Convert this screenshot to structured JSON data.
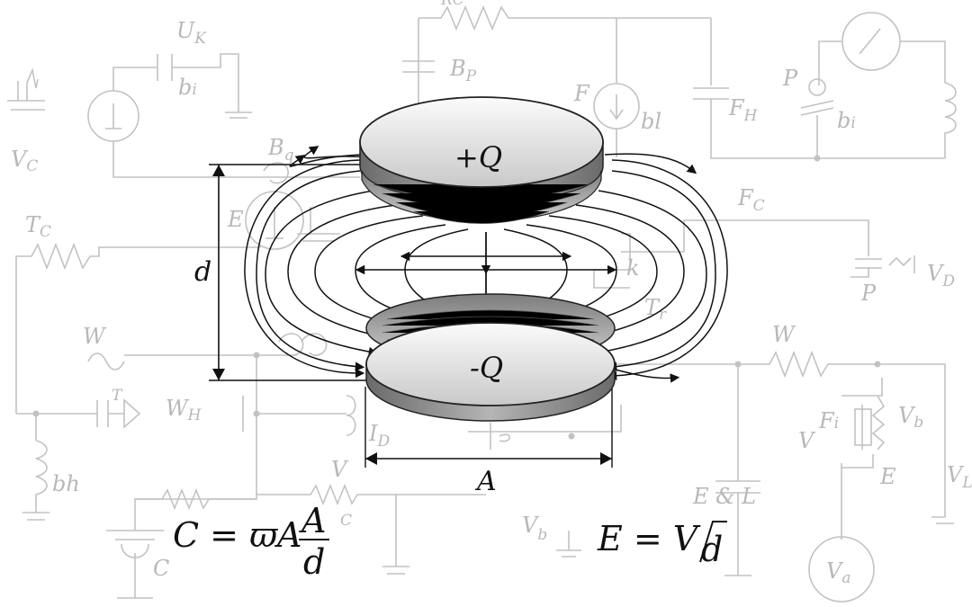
{
  "capacitor": {
    "top_plate_label": "+Q",
    "bottom_plate_label": "-Q",
    "separation_label": "d",
    "area_label": "A"
  },
  "formulas": {
    "capacitance_lhs": "C = ϖA",
    "capacitance_num": "A",
    "capacitance_den": "d",
    "field_lhs": "E = V",
    "field_den": "d"
  },
  "background_labels": {
    "uk_main": "U",
    "uk_sub": "K",
    "bi1_main": "b",
    "bi1_sub": "i",
    "vc_main": "V",
    "vc_sub": "C",
    "tc_main": "T",
    "tc_sub": "C",
    "rc_top": "RC",
    "bp_main": "B",
    "bp_sub": "P",
    "f_left": "F",
    "bl": "bl",
    "fh_main": "F",
    "fh_sub": "H",
    "p_top": "P",
    "bi2_main": "b",
    "bi2_sub": "i",
    "bq_main": "B",
    "bq_sub": "q",
    "e_left": "E",
    "fc_main": "F",
    "fc_sub": "C",
    "k": "k",
    "vd_main": "V",
    "vd_sub": "D",
    "p_mid": "P",
    "t_right": "T",
    "t_sub": "r",
    "w_left": "W",
    "w_right": "W",
    "wh_main": "W",
    "wh_sub": "H",
    "t_small": "T",
    "id_main": "I",
    "id_sub": "D",
    "fi_main": "F",
    "fi_sub": "i",
    "vb_right_main": "V",
    "vb_right_sub": "b",
    "v_right": "V",
    "e_right": "E",
    "vl_main": "V",
    "vl_sub": "L",
    "bh": "bh",
    "v_lower": "V",
    "c_lower": "C",
    "vb_bottom_main": "V",
    "vb_bottom_sub": "b",
    "el_label": "E & L",
    "c_bottom": "C",
    "va_main": "V",
    "va_sub": "a"
  }
}
